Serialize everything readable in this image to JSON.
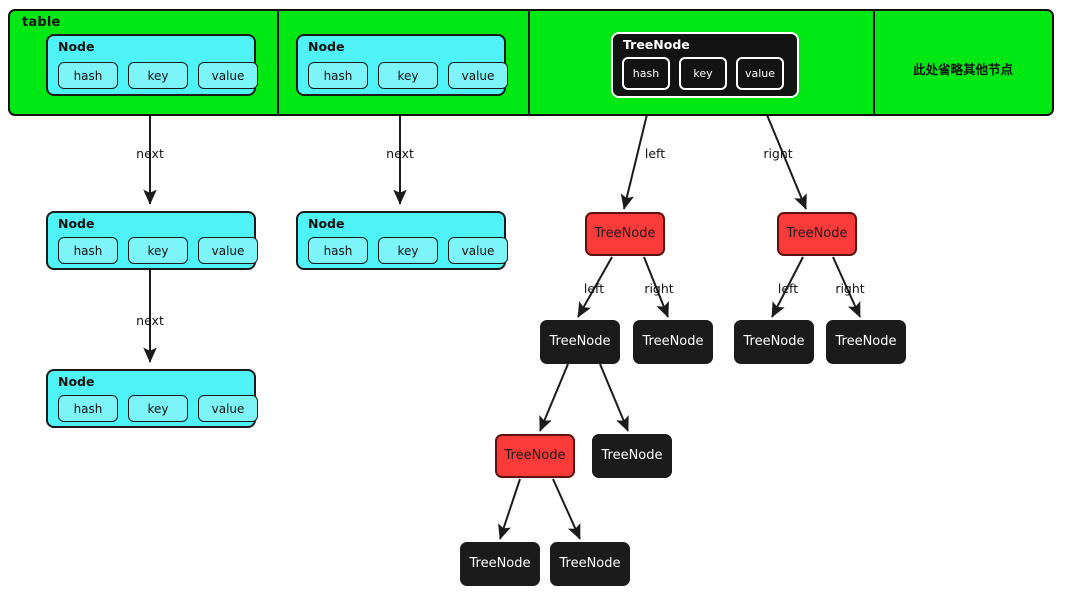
{
  "diagram": {
    "title": "table",
    "omitted_label": "此处省略其他节点",
    "node_label": "Node",
    "treenode_root_label": "TreeNode",
    "treenode_label": "TreeNode",
    "field_labels": {
      "hash": "hash",
      "key": "key",
      "value": "value"
    },
    "edge_labels": {
      "next": "next",
      "left": "left",
      "right": "right"
    },
    "colors": {
      "table_fill": "#00e814",
      "node_fill": "#4ff2f5",
      "node_field_fill": "#7df5f8",
      "treenode_black": "#1b1b1b",
      "treenode_red": "#fb3a3a",
      "stroke": "#111111",
      "white": "#ffffff"
    }
  },
  "table": {
    "cells": [
      {
        "id": "bucket-0",
        "content": "Node"
      },
      {
        "id": "bucket-1",
        "content": "Node"
      },
      {
        "id": "bucket-2",
        "content": "TreeNode"
      },
      {
        "id": "bucket-3",
        "content": "omitted"
      }
    ]
  },
  "chain_a": {
    "nodes": [
      {
        "title": "Node",
        "hash": "hash",
        "key": "key",
        "value": "value"
      },
      {
        "title": "Node",
        "hash": "hash",
        "key": "key",
        "value": "value"
      },
      {
        "title": "Node",
        "hash": "hash",
        "key": "key",
        "value": "value"
      }
    ],
    "edges": [
      "next",
      "next"
    ]
  },
  "chain_b": {
    "nodes": [
      {
        "title": "Node",
        "hash": "hash",
        "key": "key",
        "value": "value"
      },
      {
        "title": "Node",
        "hash": "hash",
        "key": "key",
        "value": "value"
      }
    ],
    "edges": [
      "next"
    ]
  },
  "tree": {
    "root": {
      "label": "TreeNode",
      "color": "black",
      "fields": [
        "hash",
        "key",
        "value"
      ]
    },
    "level_1": [
      {
        "label": "TreeNode",
        "color": "red"
      },
      {
        "label": "TreeNode",
        "color": "red"
      }
    ],
    "level_2": [
      {
        "label": "TreeNode",
        "color": "black"
      },
      {
        "label": "TreeNode",
        "color": "black"
      },
      {
        "label": "TreeNode",
        "color": "black"
      },
      {
        "label": "TreeNode",
        "color": "black"
      }
    ],
    "level_3": [
      {
        "label": "TreeNode",
        "color": "red"
      },
      {
        "label": "TreeNode",
        "color": "black"
      }
    ],
    "level_4": [
      {
        "label": "TreeNode",
        "color": "black"
      },
      {
        "label": "TreeNode",
        "color": "black"
      }
    ],
    "edge_labels_l1": [
      "left",
      "right"
    ],
    "edge_labels_l2a": [
      "left",
      "right"
    ],
    "edge_labels_l2b": [
      "left",
      "right"
    ]
  }
}
